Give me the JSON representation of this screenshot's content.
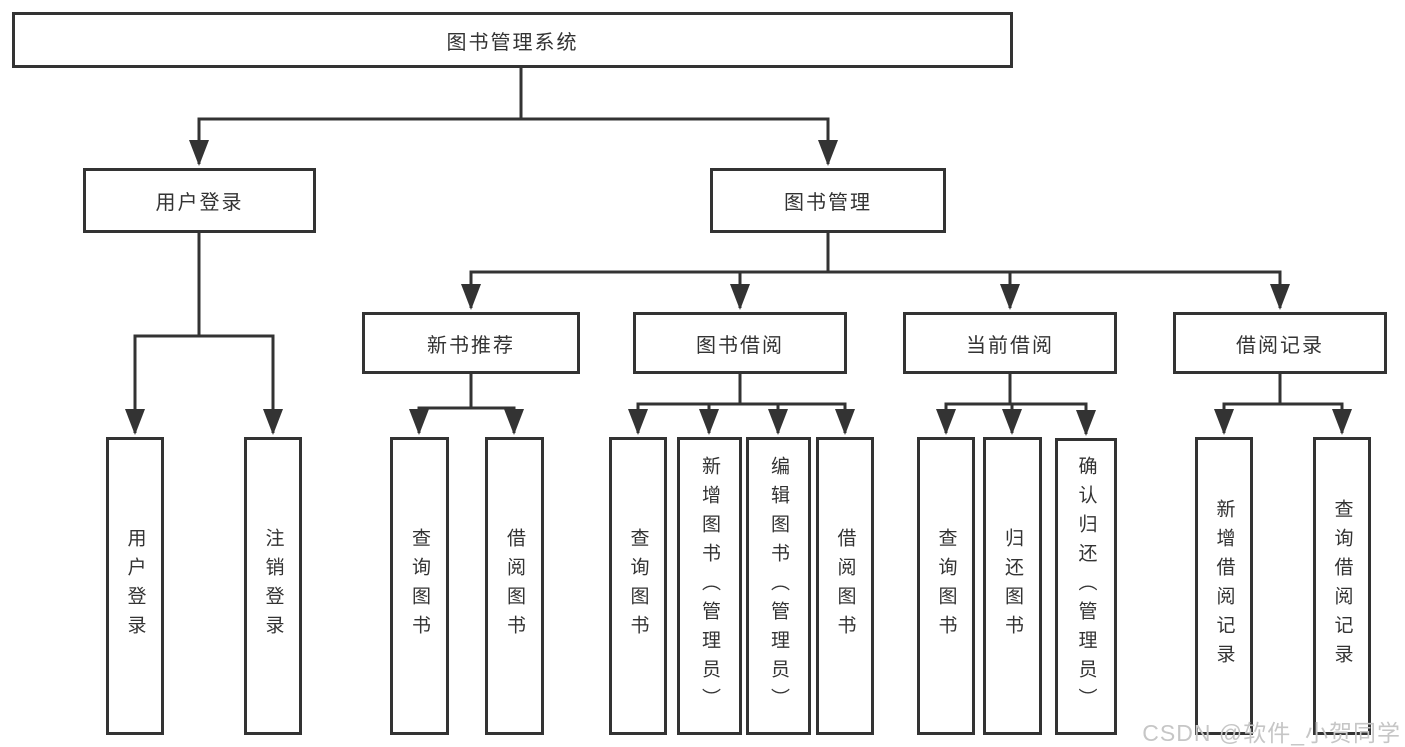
{
  "tree": {
    "root_label": "图书管理系统",
    "level2": [
      {
        "label": "用户登录",
        "children": [
          {
            "label": "用户登录"
          },
          {
            "label": "注销登录"
          }
        ]
      },
      {
        "label": "图书管理",
        "groups": [
          {
            "label": "新书推荐",
            "children": [
              {
                "label": "查询图书"
              },
              {
                "label": "借阅图书"
              }
            ]
          },
          {
            "label": "图书借阅",
            "children": [
              {
                "label": "查询图书"
              },
              {
                "label": "新增图书（管理员）"
              },
              {
                "label": "编辑图书（管理员）"
              },
              {
                "label": "借阅图书"
              }
            ]
          },
          {
            "label": "当前借阅",
            "children": [
              {
                "label": "查询图书"
              },
              {
                "label": "归还图书"
              },
              {
                "label": "确认归还（管理员）"
              }
            ]
          },
          {
            "label": "借阅记录",
            "children": [
              {
                "label": "新增借阅记录"
              },
              {
                "label": "查询借阅记录"
              }
            ]
          }
        ]
      }
    ]
  },
  "watermark": {
    "text": "CSDN @软件_小贺同学"
  },
  "colors": {
    "line": "#333333",
    "box_border": "#333333",
    "text": "#333333",
    "watermark": "#c6c6c6",
    "background": "#ffffff"
  }
}
